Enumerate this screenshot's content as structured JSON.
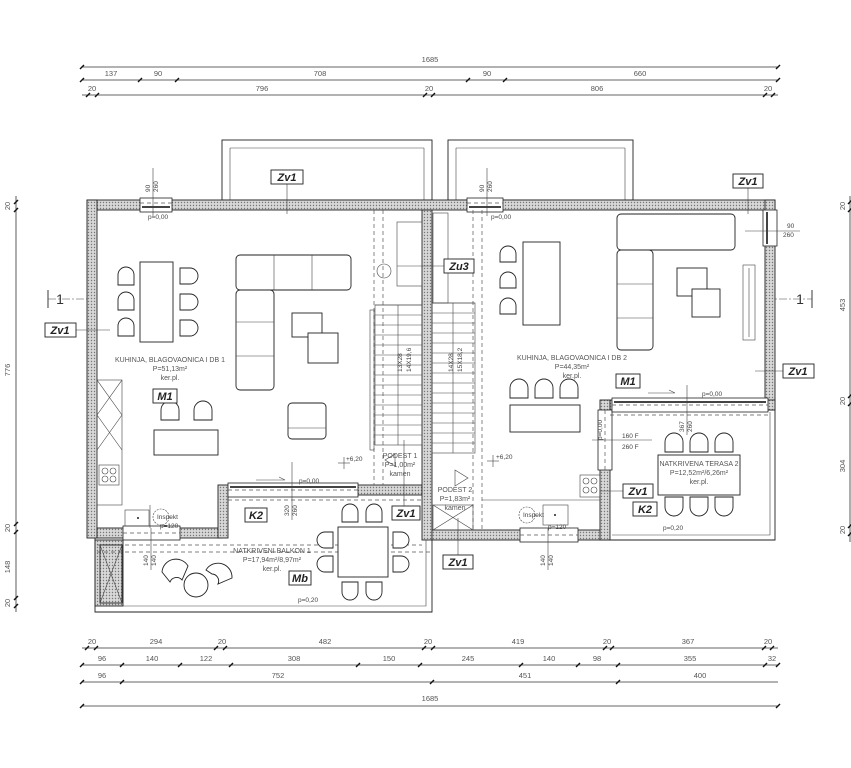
{
  "dimensions": {
    "top": {
      "overall": "1685",
      "row2": [
        "137",
        "90",
        "708",
        "90",
        "660"
      ],
      "row3": [
        "20",
        "796",
        "20",
        "806",
        "20"
      ]
    },
    "bottom": {
      "row1": [
        "20",
        "294",
        "20",
        "482",
        "20",
        "419",
        "20",
        "367",
        "20"
      ],
      "row2": [
        "96",
        "140",
        "122",
        "308",
        "150",
        "245",
        "140",
        "98",
        "355",
        "32"
      ],
      "row3": [
        "96",
        "752",
        "451",
        "400"
      ],
      "overall": "1685"
    },
    "left": [
      "20",
      "776",
      "20",
      "148",
      "20"
    ],
    "right": [
      "20",
      "453",
      "20",
      "304",
      "20"
    ]
  },
  "section_marker": "1",
  "rooms": [
    {
      "name": "KUHINJA, BLAGOVAONICA I DB 1",
      "area": "P=51,13m²",
      "floor": "ker.pl."
    },
    {
      "name": "KUHINJA, BLAGOVAONICA I DB 2",
      "area": "P=44,35m²",
      "floor": "ker.pl."
    },
    {
      "name": "PODEST 1",
      "area": "P=1,00m²",
      "floor": "kamen"
    },
    {
      "name": "PODEST 2",
      "area": "P=1,83m²",
      "floor": "kamen"
    },
    {
      "name": "NATKRIVENA TERASA 2",
      "area": "P=12,52m²/6,26m²",
      "floor": "ker.pl."
    },
    {
      "name": "NATKRIVENI BALKON 1",
      "area": "P=17,94m²/8,97m²",
      "floor": "ker.pl."
    }
  ],
  "tags": {
    "zv1": "Zv1",
    "zu3": "Zu3",
    "m1": "M1",
    "k2": "K2",
    "mb": "Mb"
  },
  "levels": {
    "plus620": "+6,20",
    "p000": "p=0,00",
    "p020": "p=0,20",
    "p120": "p=120"
  },
  "openings": {
    "w90": "90",
    "h260": "260",
    "w320": "320",
    "w140": "140",
    "h140": "140",
    "w367": "367",
    "f160": "160 F",
    "f260": "260 F"
  },
  "stairs": {
    "s1a": "13X28",
    "s1b": "14X19,6",
    "s2a": "14X28",
    "s2b": "15X18,2"
  },
  "appliance": "Inspekt"
}
